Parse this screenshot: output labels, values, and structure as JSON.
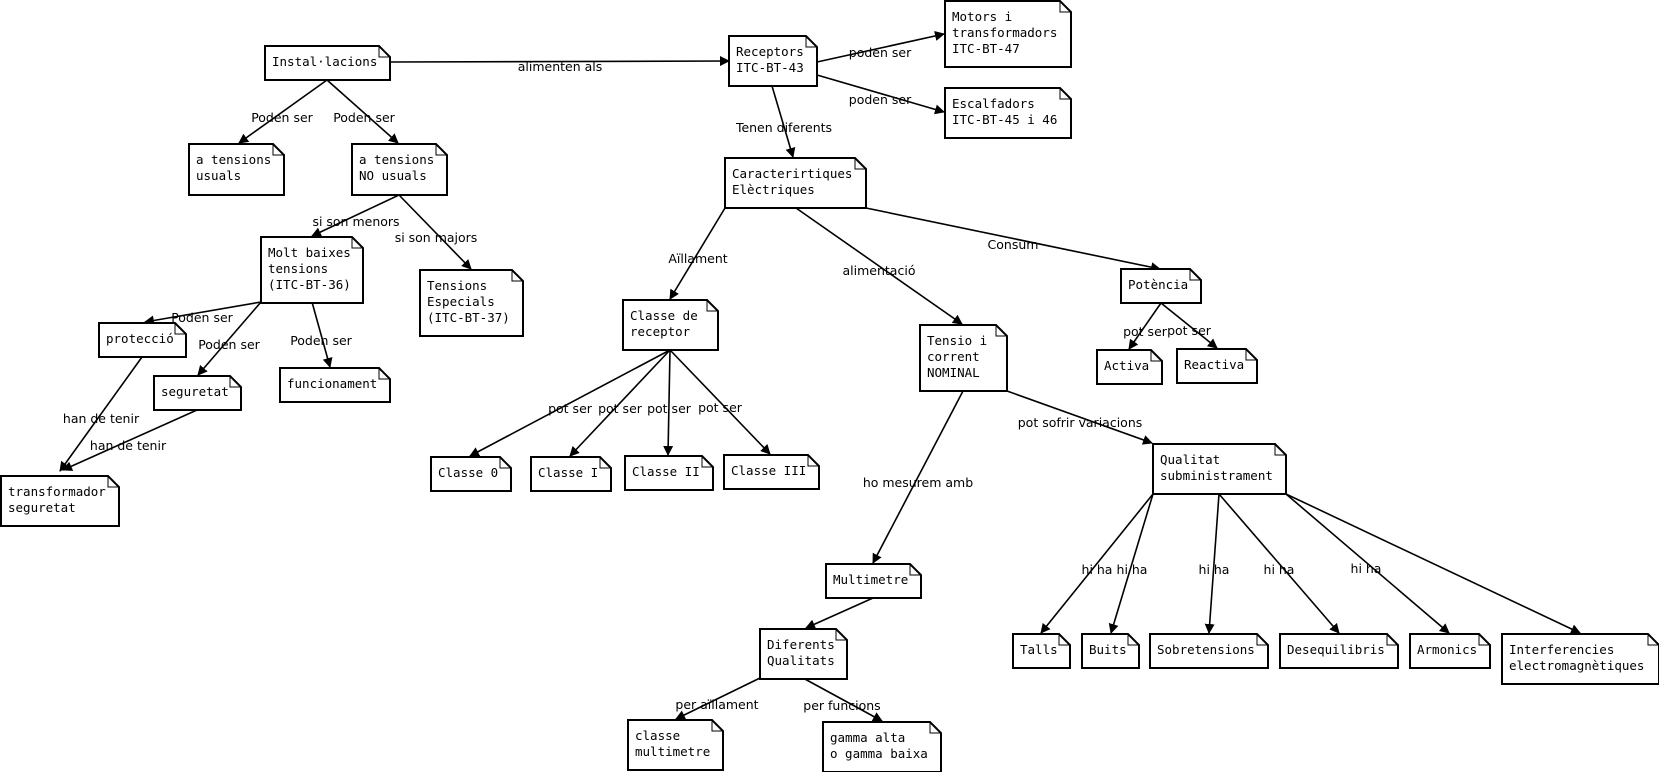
{
  "nodes": [
    {
      "id": "installacions",
      "lines": [
        "Instal·lacions"
      ]
    },
    {
      "id": "receptors",
      "lines": [
        "Receptors",
        "ITC-BT-43"
      ]
    },
    {
      "id": "motors",
      "lines": [
        "Motors i",
        "transformadors",
        "ITC-BT-47"
      ]
    },
    {
      "id": "escalfadors",
      "lines": [
        "Escalfadors",
        "ITC-BT-45 i 46"
      ]
    },
    {
      "id": "tensions-usuals",
      "lines": [
        "a tensions",
        "usuals"
      ]
    },
    {
      "id": "tensions-no-usuals",
      "lines": [
        "a tensions",
        "NO usuals"
      ]
    },
    {
      "id": "caracteristiques",
      "lines": [
        "Caracterirtiques",
        "Elèctriques"
      ]
    },
    {
      "id": "molt-baixes",
      "lines": [
        "Molt baixes",
        "tensions",
        "(ITC-BT-36)"
      ]
    },
    {
      "id": "especials",
      "lines": [
        "Tensions",
        "Especials",
        "(ITC-BT-37)"
      ]
    },
    {
      "id": "proteccio",
      "lines": [
        "protecció"
      ]
    },
    {
      "id": "seguretat",
      "lines": [
        "seguretat"
      ]
    },
    {
      "id": "funcionament",
      "lines": [
        "funcionament"
      ]
    },
    {
      "id": "transformador",
      "lines": [
        "transformador",
        "seguretat"
      ]
    },
    {
      "id": "classe-receptor",
      "lines": [
        "Classe de",
        "receptor"
      ]
    },
    {
      "id": "classe-0",
      "lines": [
        "Classe 0"
      ]
    },
    {
      "id": "classe-i",
      "lines": [
        "Classe I"
      ]
    },
    {
      "id": "classe-ii",
      "lines": [
        "Classe II"
      ]
    },
    {
      "id": "classe-iii",
      "lines": [
        "Classe III"
      ]
    },
    {
      "id": "tensio-corrent",
      "lines": [
        "Tensio i",
        "corrent",
        "NOMINAL"
      ]
    },
    {
      "id": "potencia",
      "lines": [
        "Potència"
      ]
    },
    {
      "id": "activa",
      "lines": [
        "Activa"
      ]
    },
    {
      "id": "reactiva",
      "lines": [
        "Reactiva"
      ]
    },
    {
      "id": "qualitat",
      "lines": [
        "Qualitat",
        "subministrament"
      ]
    },
    {
      "id": "multimetre",
      "lines": [
        "Multimetre"
      ]
    },
    {
      "id": "diferents",
      "lines": [
        "Diferents",
        "Qualitats"
      ]
    },
    {
      "id": "classe-multimetre",
      "lines": [
        "classe",
        "multimetre"
      ]
    },
    {
      "id": "gamma",
      "lines": [
        "gamma alta",
        "o gamma baixa"
      ]
    },
    {
      "id": "talls",
      "lines": [
        "Talls"
      ]
    },
    {
      "id": "buits",
      "lines": [
        "Buits"
      ]
    },
    {
      "id": "sobretensions",
      "lines": [
        "Sobretensions"
      ]
    },
    {
      "id": "desequilibris",
      "lines": [
        "Desequilibris"
      ]
    },
    {
      "id": "armonics",
      "lines": [
        "Armonics"
      ]
    },
    {
      "id": "interferencies",
      "lines": [
        "Interferencies",
        "electromagnètiques"
      ]
    }
  ],
  "edges": [
    {
      "from": "installacions",
      "to": "receptors",
      "label": "alimenten als"
    },
    {
      "from": "installacions",
      "to": "tensions-usuals",
      "label": "Poden ser"
    },
    {
      "from": "installacions",
      "to": "tensions-no-usuals",
      "label": "Poden ser"
    },
    {
      "from": "receptors",
      "to": "motors",
      "label": "poden ser"
    },
    {
      "from": "receptors",
      "to": "escalfadors",
      "label": "poden ser"
    },
    {
      "from": "receptors",
      "to": "caracteristiques",
      "label": "Tenen diferents"
    },
    {
      "from": "tensions-no-usuals",
      "to": "molt-baixes",
      "label": "si son menors"
    },
    {
      "from": "tensions-no-usuals",
      "to": "especials",
      "label": "si son majors"
    },
    {
      "from": "molt-baixes",
      "to": "proteccio",
      "label": "Poden ser"
    },
    {
      "from": "molt-baixes",
      "to": "seguretat",
      "label": "Poden ser"
    },
    {
      "from": "molt-baixes",
      "to": "funcionament",
      "label": "Poden ser"
    },
    {
      "from": "proteccio",
      "to": "transformador",
      "label": "han de tenir"
    },
    {
      "from": "seguretat",
      "to": "transformador",
      "label": "han de tenir"
    },
    {
      "from": "caracteristiques",
      "to": "classe-receptor",
      "label": "Aïllament"
    },
    {
      "from": "caracteristiques",
      "to": "tensio-corrent",
      "label": "alimentació"
    },
    {
      "from": "caracteristiques",
      "to": "potencia",
      "label": "Consum"
    },
    {
      "from": "classe-receptor",
      "to": "classe-0",
      "label": "pot ser"
    },
    {
      "from": "classe-receptor",
      "to": "classe-i",
      "label": "pot ser"
    },
    {
      "from": "classe-receptor",
      "to": "classe-ii",
      "label": "pot ser"
    },
    {
      "from": "classe-receptor",
      "to": "classe-iii",
      "label": "pot ser"
    },
    {
      "from": "potencia",
      "to": "activa",
      "label": "pot ser"
    },
    {
      "from": "potencia",
      "to": "reactiva",
      "label": "pot ser"
    },
    {
      "from": "tensio-corrent",
      "to": "qualitat",
      "label": "pot sofrir variacions"
    },
    {
      "from": "tensio-corrent",
      "to": "multimetre",
      "label": "ho mesurem amb"
    },
    {
      "from": "multimetre",
      "to": "diferents",
      "label": ""
    },
    {
      "from": "diferents",
      "to": "classe-multimetre",
      "label": "per aïllament"
    },
    {
      "from": "diferents",
      "to": "gamma",
      "label": "per funcions"
    },
    {
      "from": "qualitat",
      "to": "talls",
      "label": "hi ha"
    },
    {
      "from": "qualitat",
      "to": "buits",
      "label": "hi ha"
    },
    {
      "from": "qualitat",
      "to": "sobretensions",
      "label": "hi ha"
    },
    {
      "from": "qualitat",
      "to": "desequilibris",
      "label": "hi ha"
    },
    {
      "from": "qualitat",
      "to": "armonics",
      "label": "hi ha"
    },
    {
      "from": "qualitat",
      "to": "interferencies",
      "label": ""
    }
  ]
}
